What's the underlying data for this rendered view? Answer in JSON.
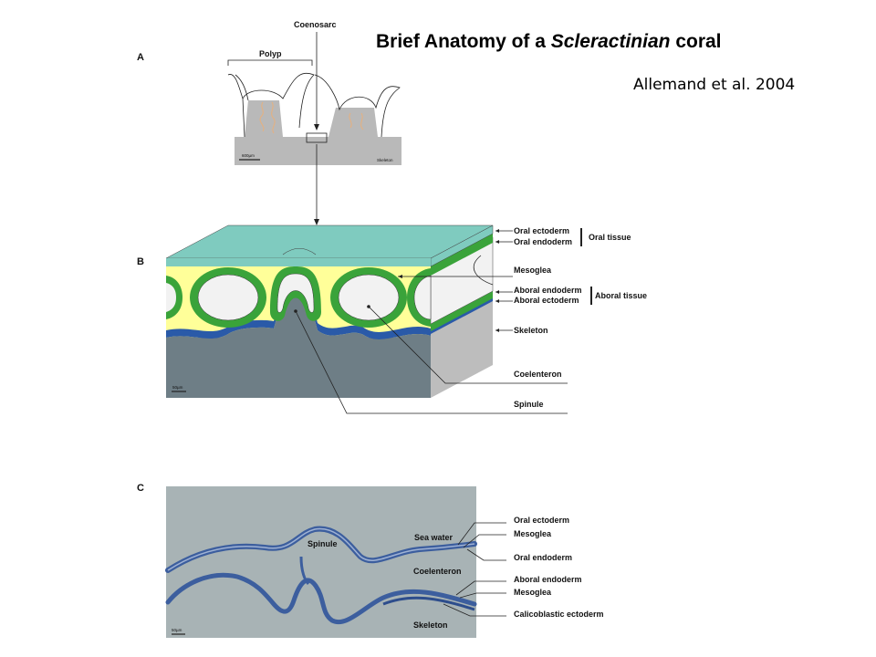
{
  "title": {
    "prefix": "Brief Anatomy of a ",
    "italic": "Scleractinian",
    "suffix": " coral"
  },
  "citation": "Allemand et al. 2004",
  "panel_a": {
    "letter": "A",
    "coenosarc": "Coenosarc",
    "polyp": "Polyp",
    "scale": "600µm",
    "skeleton": "Skeleton"
  },
  "panel_b": {
    "letter": "B",
    "oral_ectoderm": "Oral ectoderm",
    "oral_endoderm": "Oral endoderm",
    "oral_tissue": "Oral tissue",
    "mesoglea": "Mesoglea",
    "aboral_endoderm": "Aboral endoderm",
    "aboral_ectoderm": "Aboral ectoderm",
    "aboral_tissue": "Aboral tissue",
    "skeleton": "Skeleton",
    "coelenteron": "Coelenteron",
    "spinule": "Spinule",
    "scale": "50µm"
  },
  "panel_c": {
    "letter": "C",
    "spinule": "Spinule",
    "sea_water": "Sea water",
    "coelenteron": "Coelenteron",
    "skeleton": "Skeleton",
    "scale": "50µm",
    "oral_ectoderm": "Oral ectoderm",
    "mesoglea_top": "Mesoglea",
    "oral_endoderm": "Oral endoderm",
    "aboral_endoderm": "Aboral endoderm",
    "mesoglea_bottom": "Mesoglea",
    "calicoblastic_ectoderm": "Calicoblastic ectoderm"
  },
  "colors": {
    "oral_ectoderm": "#7fcbbf",
    "mesoglea": "#ffff99",
    "endoderm": "#3aa33a",
    "skeleton_top": "#6e7e86",
    "skeleton_side": "#bdbdbd",
    "ectoderm_aboral": "#2a5aa8",
    "micrograph_bg": "#a8b3b5",
    "tissue_stain": "#3c5e9e"
  }
}
